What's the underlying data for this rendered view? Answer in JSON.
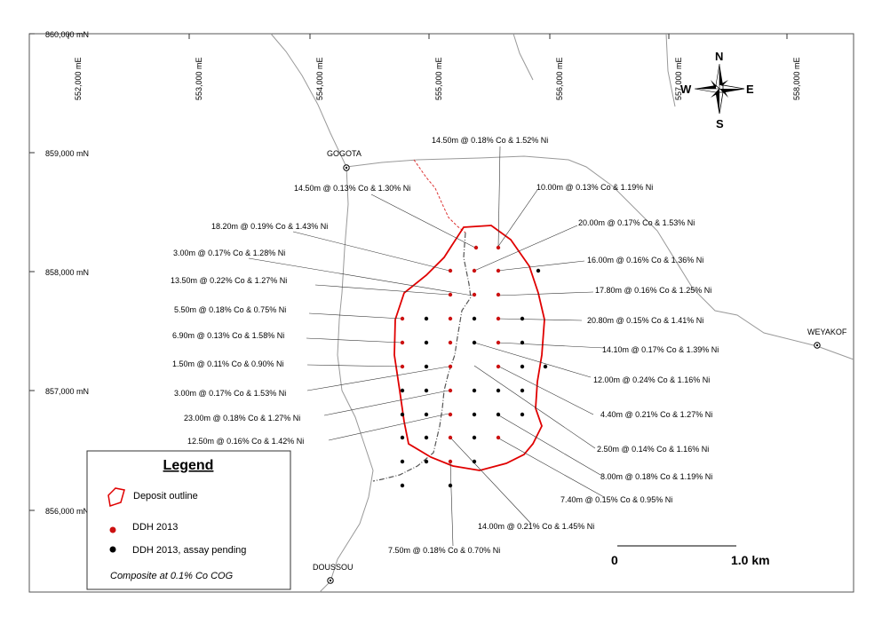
{
  "grid": {
    "eastings": [
      "552,000 mE",
      "553,000 mE",
      "554,000 mE",
      "555,000 mE",
      "556,000 mE",
      "557,000 mE",
      "558,000 mE"
    ],
    "northings": [
      "860,000 mN",
      "859,000 mN",
      "858,000 mN",
      "857,000 mN",
      "856,000 mN"
    ]
  },
  "places": [
    {
      "name": "GOGOTA"
    },
    {
      "name": "WEYAKOF"
    },
    {
      "name": "DOUSSOU"
    }
  ],
  "compass": {
    "n": "N",
    "s": "S",
    "e": "E",
    "w": "W"
  },
  "intercepts_left": [
    "14.50m @ 0.13% Co & 1.30% Ni",
    "18.20m @ 0.19% Co & 1.43% Ni",
    "3.00m @ 0.17% Co & 1.28% Ni",
    "13.50m @ 0.22% Co  & 1.27% Ni",
    "5.50m @ 0.18% Co & 0.75% Ni",
    "6.90m @ 0.13% Co & 1.58% Ni",
    "1.50m @ 0.11% Co & 0.90% Ni",
    "3.00m @ 0.17% Co & 1.53% Ni",
    "23.00m @ 0.18% Co & 1.27% Ni",
    "12.50m @ 0.16% Co & 1.42% Ni"
  ],
  "intercepts_right": [
    "14.50m @ 0.18% Co & 1.52% Ni",
    "10.00m @ 0.13% Co & 1.19% Ni",
    "20.00m @ 0.17% Co & 1.53% Ni",
    "16.00m @ 0.16% Co & 1.36% Ni",
    "17.80m @ 0.16% Co & 1.25% Ni",
    "20.80m @ 0.15% Co & 1.41%  Ni",
    "14.10m @ 0.17% Co & 1.39% Ni",
    "12.00m @ 0.24% Co & 1.16% Ni",
    "4.40m @ 0.21% Co & 1.27% Ni",
    "2.50m @ 0.14% Co & 1.16% Ni",
    "8.00m @ 0.18% Co & 1.19% Ni",
    "7.40m @ 0.15% Co & 0.95% Ni"
  ],
  "intercepts_bottom": [
    "14.00m @ 0.21% Co & 1.45% Ni",
    "7.50m @ 0.18% Co & 0.70% Ni"
  ],
  "legend": {
    "title": "Legend",
    "deposit": "Deposit outline",
    "ddh": "DDH 2013",
    "ddh_pending": "DDH 2013, assay pending",
    "note": "Composite at 0.1% Co COG"
  },
  "scale": {
    "zero": "0",
    "label": "1.0 km"
  },
  "colors": {
    "deposit": "#e00000",
    "ddh": "#cc1111",
    "pending": "#000000",
    "road": "#888888"
  }
}
